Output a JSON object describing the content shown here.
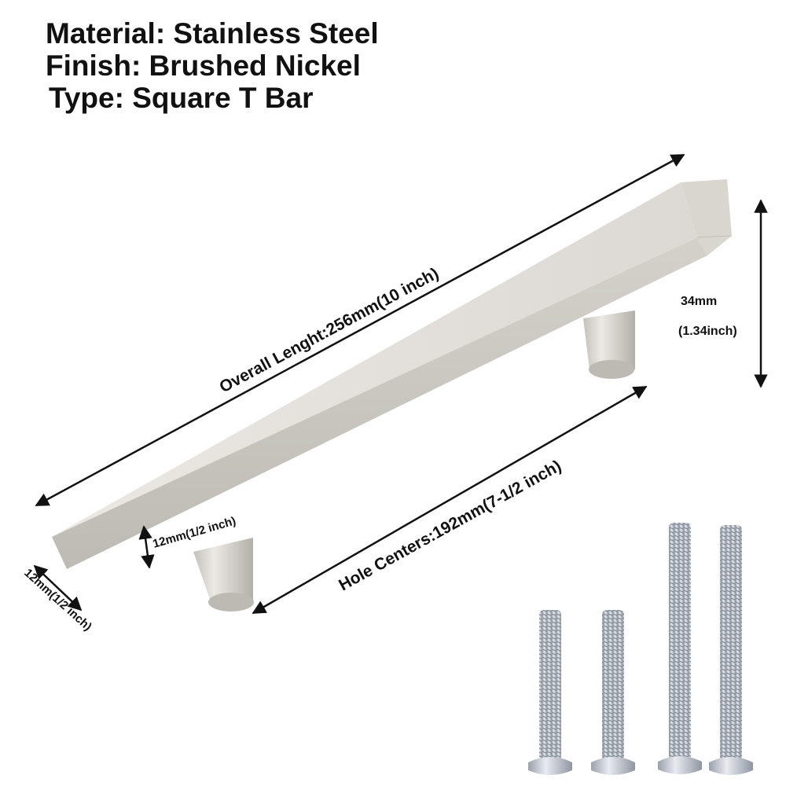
{
  "specs": {
    "material": "Material: Stainless Steel",
    "finish": "Finish: Brushed Nickel",
    "type": "Type: Square T Bar"
  },
  "dimensions": {
    "overall_length": "Overall Lenght:256mm(10 inch)",
    "hole_centers": "Hole Centers:192mm(7-1/2 inch)",
    "height_mm": "34mm",
    "height_in": "(1.34inch)",
    "bar_thickness": "12mm(1/2 inch)",
    "bar_width": "12mm(1/2 inch)"
  },
  "colors": {
    "nickel_light": "#e4e1dc",
    "nickel_mid": "#cbc8c2",
    "nickel_dark": "#aeaba5",
    "screw_zinc": "#c9ced6",
    "text": "#111111"
  }
}
